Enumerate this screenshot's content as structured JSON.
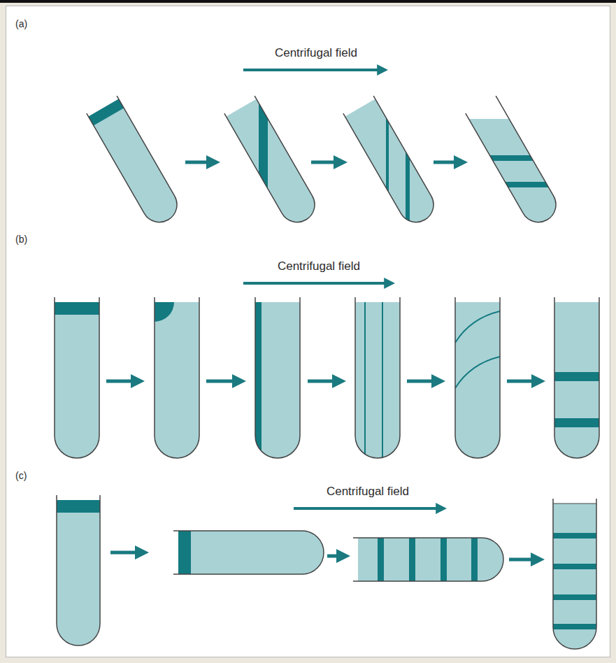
{
  "diagram": {
    "labels": [
      "(a)",
      "Centrifugal field",
      "(b)",
      "Centrifugal field",
      "(c)",
      "Centrifugal field"
    ]
  }
}
